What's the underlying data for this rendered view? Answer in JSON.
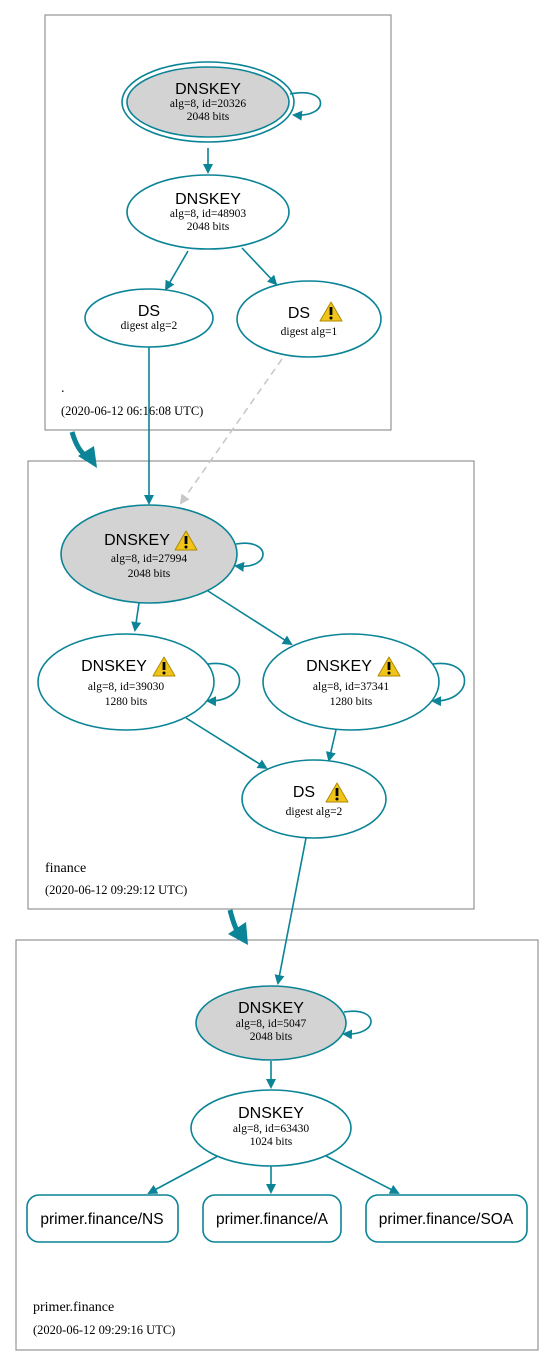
{
  "colors": {
    "edge": "#0a8496",
    "key_fill_sep": "#d3d3d3",
    "cluster_border": "#7f7f7f",
    "dashed": "#c8c8c8",
    "warning": "#f0c419"
  },
  "zones": {
    "root": {
      "name": ".",
      "date": "(2020-06-12 06:16:08 UTC)"
    },
    "finance": {
      "name": "finance",
      "date": "(2020-06-12 09:29:12 UTC)"
    },
    "primer": {
      "name": "primer.finance",
      "date": "(2020-06-12 09:29:16 UTC)"
    }
  },
  "nodes": {
    "root_ksk": {
      "title": "DNSKEY",
      "line1": "alg=8, id=20326",
      "line2": "2048 bits"
    },
    "root_zsk": {
      "title": "DNSKEY",
      "line1": "alg=8, id=48903",
      "line2": "2048 bits"
    },
    "root_ds2": {
      "title": "DS",
      "line1": "digest alg=2"
    },
    "root_ds1": {
      "title": "DS",
      "line1": "digest alg=1",
      "icon": "warning-icon"
    },
    "fin_ksk": {
      "title": "DNSKEY",
      "line1": "alg=8, id=27994",
      "line2": "2048 bits",
      "icon": "warning-icon"
    },
    "fin_k39030": {
      "title": "DNSKEY",
      "line1": "alg=8, id=39030",
      "line2": "1280 bits",
      "icon": "warning-icon"
    },
    "fin_k37341": {
      "title": "DNSKEY",
      "line1": "alg=8, id=37341",
      "line2": "1280 bits",
      "icon": "warning-icon"
    },
    "fin_ds": {
      "title": "DS",
      "line1": "digest alg=2",
      "icon": "warning-icon"
    },
    "pri_ksk": {
      "title": "DNSKEY",
      "line1": "alg=8, id=5047",
      "line2": "2048 bits"
    },
    "pri_zsk": {
      "title": "DNSKEY",
      "line1": "alg=8, id=63430",
      "line2": "1024 bits"
    }
  },
  "rrsets": {
    "ns": "primer.finance/NS",
    "a": "primer.finance/A",
    "soa": "primer.finance/SOA"
  }
}
